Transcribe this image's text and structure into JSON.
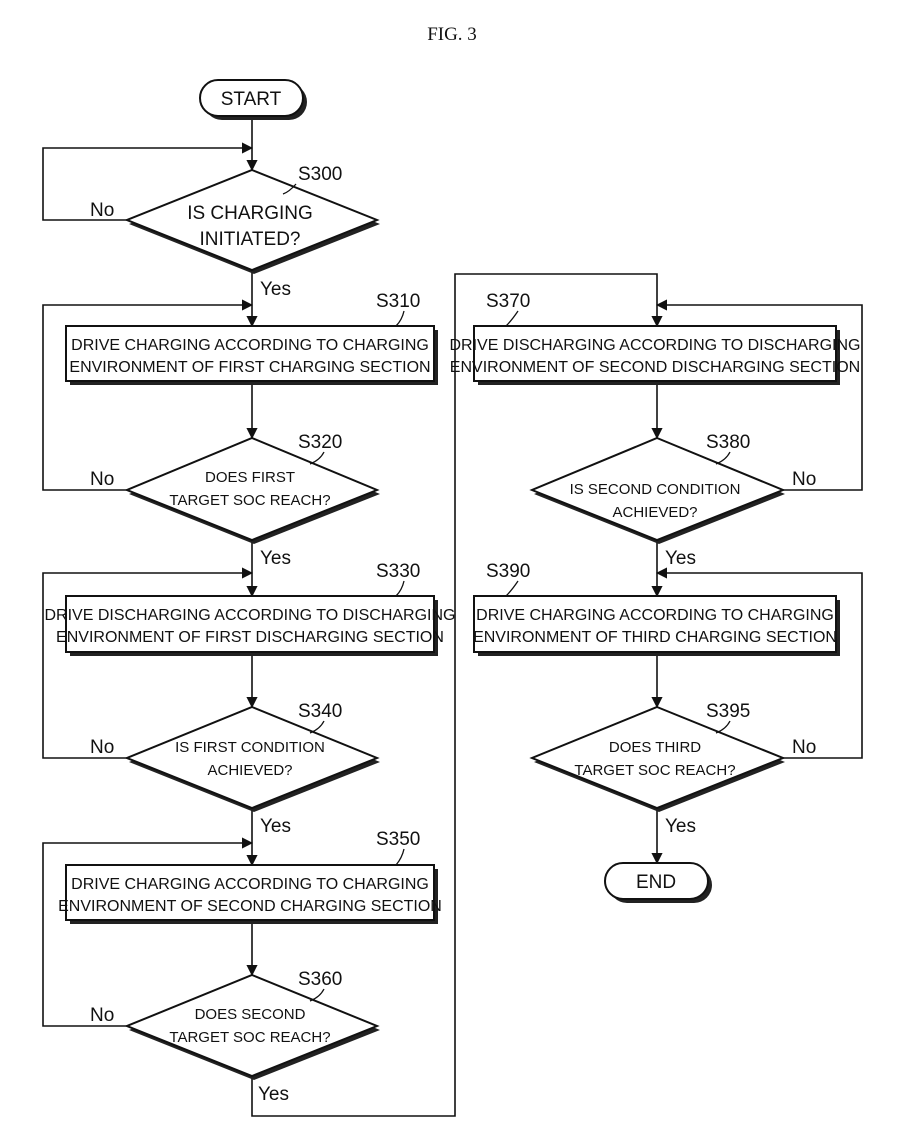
{
  "figure": {
    "title": "FIG. 3"
  },
  "terminals": {
    "start": "START",
    "end": "END"
  },
  "steps": {
    "s300": {
      "label": "S300",
      "lines": [
        "IS CHARGING",
        "INITIATED?"
      ]
    },
    "s310": {
      "label": "S310",
      "lines": [
        "DRIVE CHARGING ACCORDING TO CHARGING",
        "ENVIRONMENT OF FIRST CHARGING SECTION"
      ]
    },
    "s320": {
      "label": "S320",
      "lines": [
        "DOES FIRST",
        "TARGET SOC REACH?"
      ]
    },
    "s330": {
      "label": "S330",
      "lines": [
        "DRIVE DISCHARGING ACCORDING TO DISCHARGING",
        "ENVIRONMENT OF FIRST DISCHARGING SECTION"
      ]
    },
    "s340": {
      "label": "S340",
      "lines": [
        "IS FIRST CONDITION",
        "ACHIEVED?"
      ]
    },
    "s350": {
      "label": "S350",
      "lines": [
        "DRIVE CHARGING ACCORDING TO CHARGING",
        "ENVIRONMENT OF SECOND CHARGING SECTION"
      ]
    },
    "s360": {
      "label": "S360",
      "lines": [
        "DOES SECOND",
        "TARGET SOC REACH?"
      ]
    },
    "s370": {
      "label": "S370",
      "lines": [
        "DRIVE DISCHARGING ACCORDING TO DISCHARGING",
        "ENVIRONMENT OF SECOND DISCHARGING SECTION"
      ]
    },
    "s380": {
      "label": "S380",
      "lines": [
        "IS SECOND CONDITION",
        "ACHIEVED?"
      ]
    },
    "s390": {
      "label": "S390",
      "lines": [
        "DRIVE CHARGING ACCORDING TO CHARGING",
        "ENVIRONMENT OF THIRD CHARGING SECTION"
      ]
    },
    "s395": {
      "label": "S395",
      "lines": [
        "DOES THIRD",
        "TARGET SOC REACH?"
      ]
    }
  },
  "branches": {
    "yes": "Yes",
    "no": "No"
  }
}
